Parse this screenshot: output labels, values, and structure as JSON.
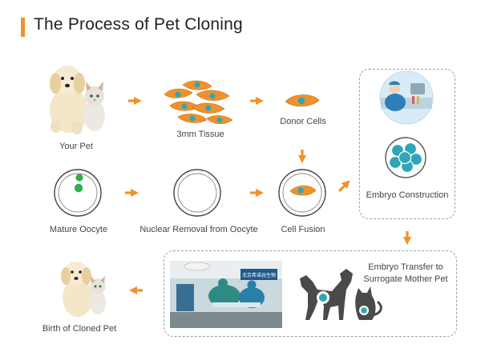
{
  "title": "The Process of Pet Cloning",
  "colors": {
    "accent": "#f0922b",
    "cell_teal": "#2fa6b5",
    "cell_orange": "#f0922b",
    "nucleus_green": "#2db14a",
    "silhouette": "#4a4a4a"
  },
  "steps": {
    "your_pet": "Your Pet",
    "tissue": "3mm Tissue",
    "donor_cells": "Donor Cells",
    "mature_oocyte": "Mature Oocyte",
    "nuclear_removal": "Nuclear Removal from Oocyte",
    "cell_fusion": "Cell Fusion",
    "embryo_construction": "Embryo Construction",
    "embryo_transfer_line1": "Embryo Transfer to",
    "embryo_transfer_line2": "Surrogate Mother Pet",
    "birth": "Birth of Cloned Pet"
  },
  "operating_room_sign": "北京希诺谷生物"
}
